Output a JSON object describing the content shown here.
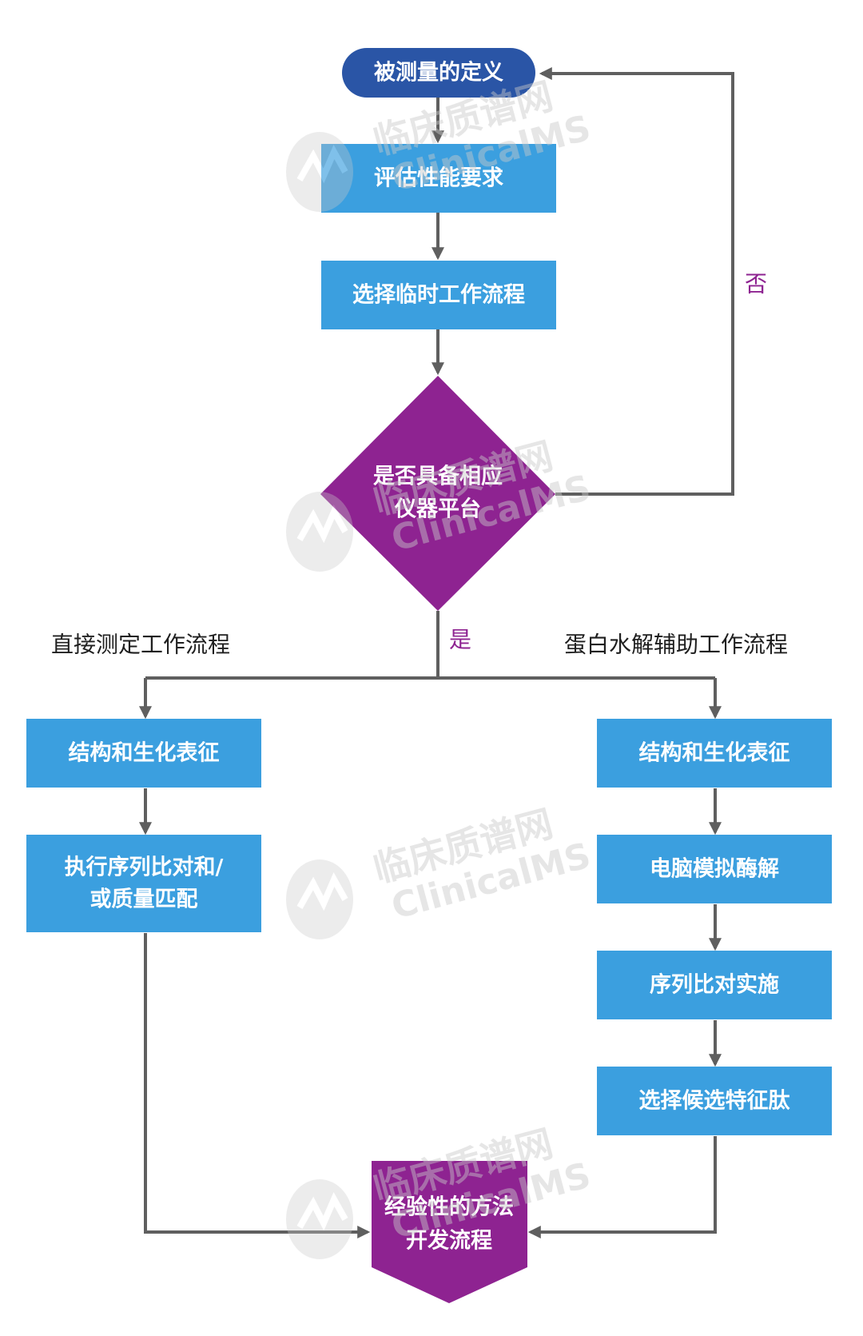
{
  "diagram": {
    "start": "被测量的定义",
    "step_evaluate": "评估性能要求",
    "step_select_workflow": "选择临时工作流程",
    "decision_line1": "是否具备相应",
    "decision_line2": "仪器平台",
    "label_no": "否",
    "label_yes": "是",
    "branch_left_title": "直接测定工作流程",
    "branch_right_title": "蛋白水解辅助工作流程",
    "left_step1": "结构和生化表征",
    "left_step2_line1": "执行序列比对和/",
    "left_step2_line2": "或质量匹配",
    "right_step1": "结构和生化表征",
    "right_step2": "电脑模拟酶解",
    "right_step3": "序列比对实施",
    "right_step4": "选择候选特征肽",
    "end_line1": "经验性的方法",
    "end_line2": "开发流程"
  },
  "watermark": {
    "chinese": "临床质谱网",
    "latin": "ClinicalMS"
  },
  "colors": {
    "start_fill": "#2a55a6",
    "process_fill": "#3b9fdf",
    "decision_fill": "#8e2391",
    "connector": "#5f5f5f",
    "yes_no_text": "#8e2391"
  }
}
